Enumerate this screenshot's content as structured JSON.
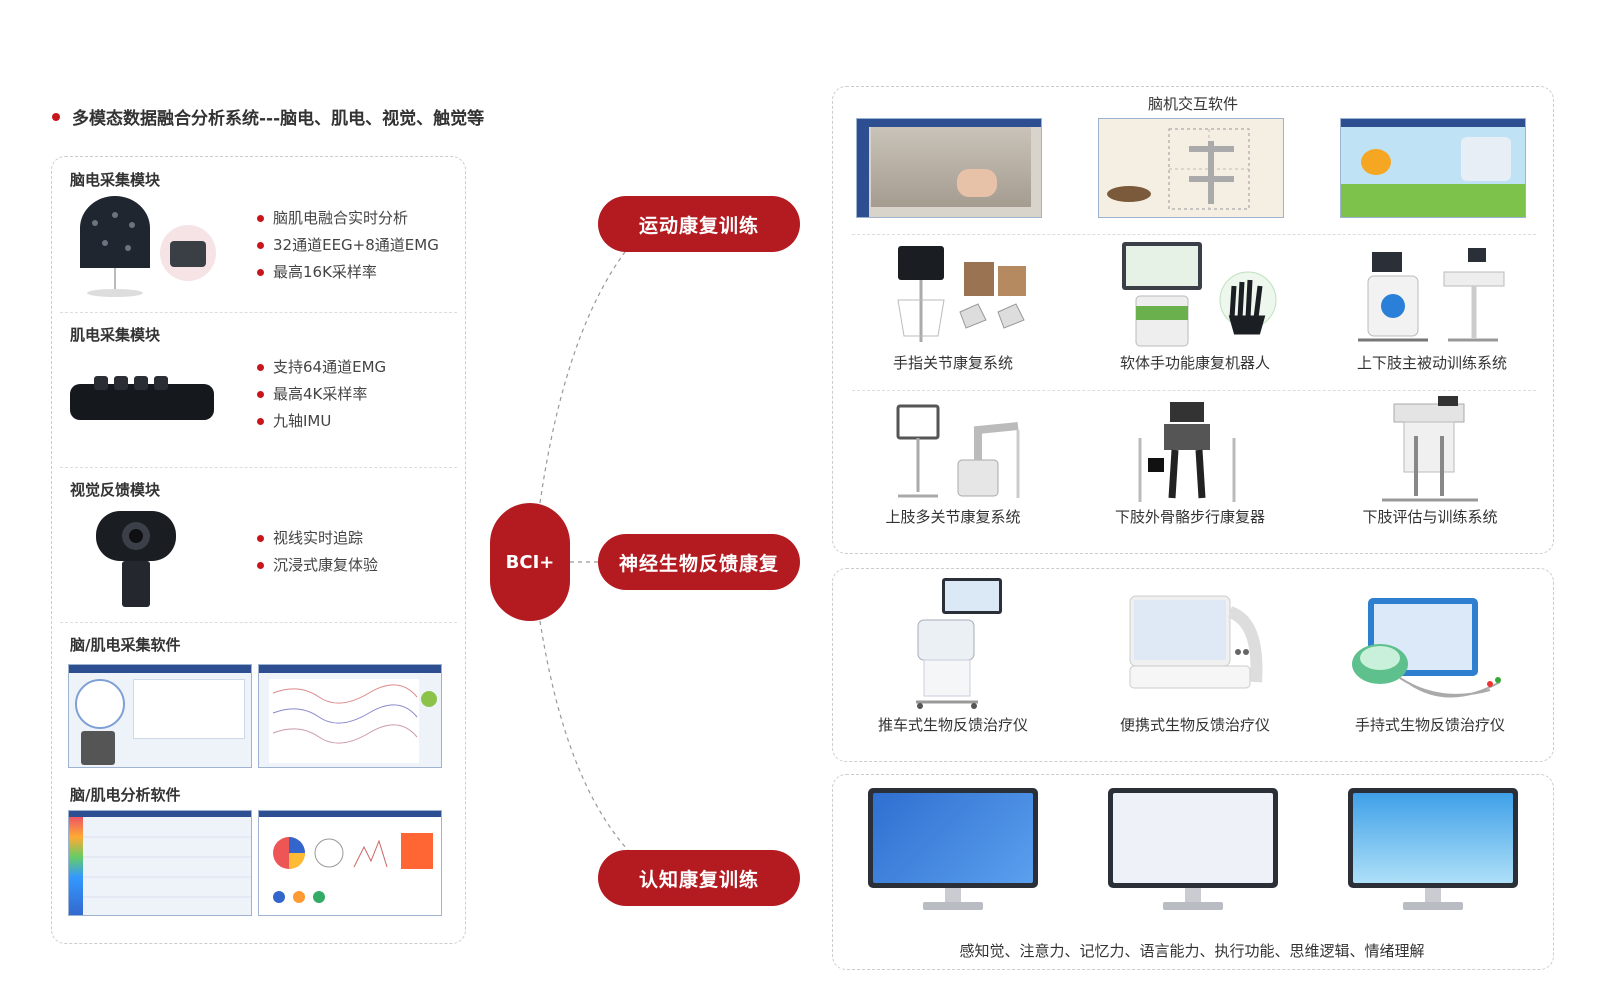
{
  "title": "多模态数据融合分析系统---脑电、肌电、视觉、触觉等",
  "center": "BCI+",
  "colors": {
    "accent": "#b31b21",
    "bullet": "#c8161d"
  },
  "modules": [
    {
      "name": "脑电采集模块",
      "features": [
        "脑肌电融合实时分析",
        "32通道EEG+8通道EMG",
        "最高16K采样率"
      ]
    },
    {
      "name": "肌电采集模块",
      "features": [
        "支持64通道EMG",
        "最高4K采样率",
        "九轴IMU"
      ]
    },
    {
      "name": "视觉反馈模块",
      "features": [
        "视线实时追踪",
        "沉浸式康复体验"
      ]
    },
    {
      "name": "脑/肌电采集软件"
    },
    {
      "name": "脑/肌电分析软件"
    }
  ],
  "branches": [
    "运动康复训练",
    "神经生物反馈康复",
    "认知康复训练"
  ],
  "motor": {
    "software_title": "脑机交互软件",
    "row1": [
      "手指关节康复系统",
      "软体手功能康复机器人",
      "上下肢主被动训练系统"
    ],
    "row2": [
      "上肢多关节康复系统",
      "下肢外骨骼步行康复器",
      "下肢评估与训练系统"
    ]
  },
  "biofeedback": [
    "推车式生物反馈治疗仪",
    "便携式生物反馈治疗仪",
    "手持式生物反馈治疗仪"
  ],
  "cognitive": {
    "caption": "感知觉、注意力、记忆力、语言能力、执行功能、思维逻辑、情绪理解"
  }
}
